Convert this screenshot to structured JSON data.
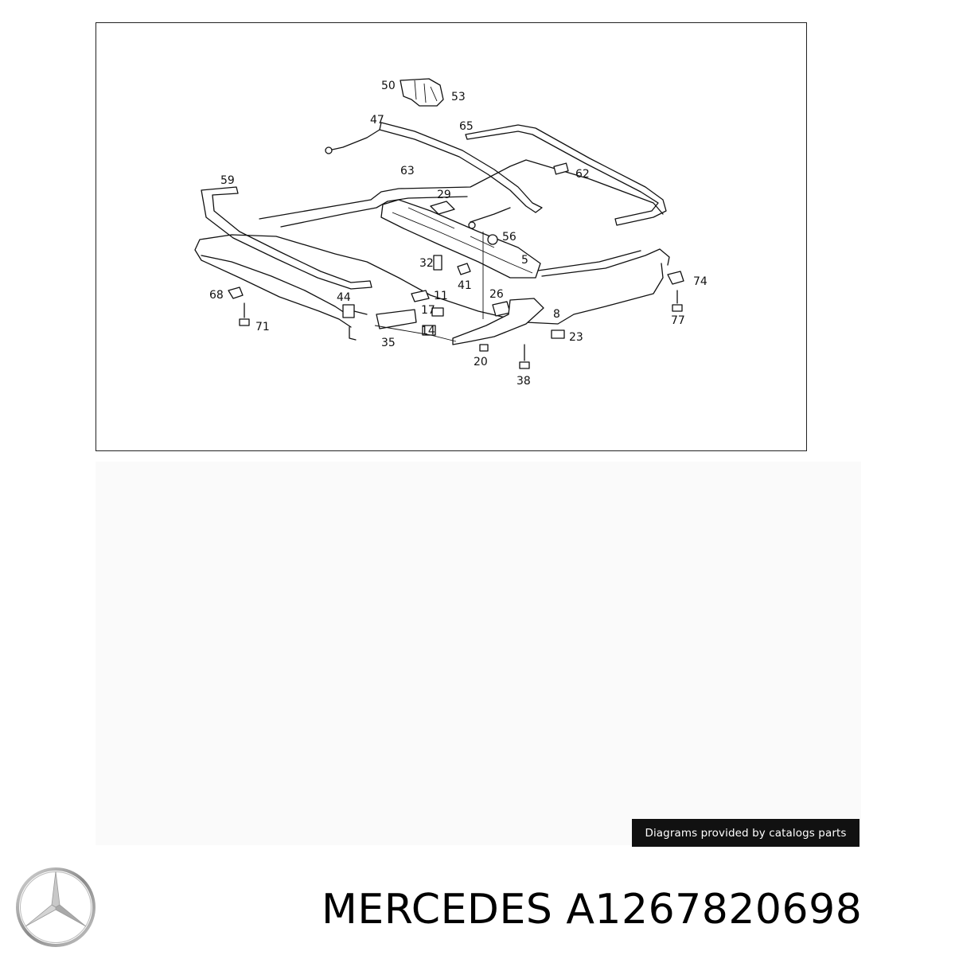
{
  "diagram": {
    "callouts": [
      "50",
      "53",
      "47",
      "65",
      "63",
      "62",
      "59",
      "29",
      "56",
      "5",
      "32",
      "41",
      "68",
      "44",
      "11",
      "26",
      "8",
      "74",
      "17",
      "14",
      "71",
      "35",
      "23",
      "77",
      "20",
      "38"
    ]
  },
  "credit": {
    "text": "Diagrams provided by catalogs parts"
  },
  "brand": {
    "logo_icon": "mercedes-star-icon",
    "name": "MERCEDES",
    "part_number": "A1267820698"
  },
  "footer": {
    "title": "MERCEDES A1267820698"
  }
}
